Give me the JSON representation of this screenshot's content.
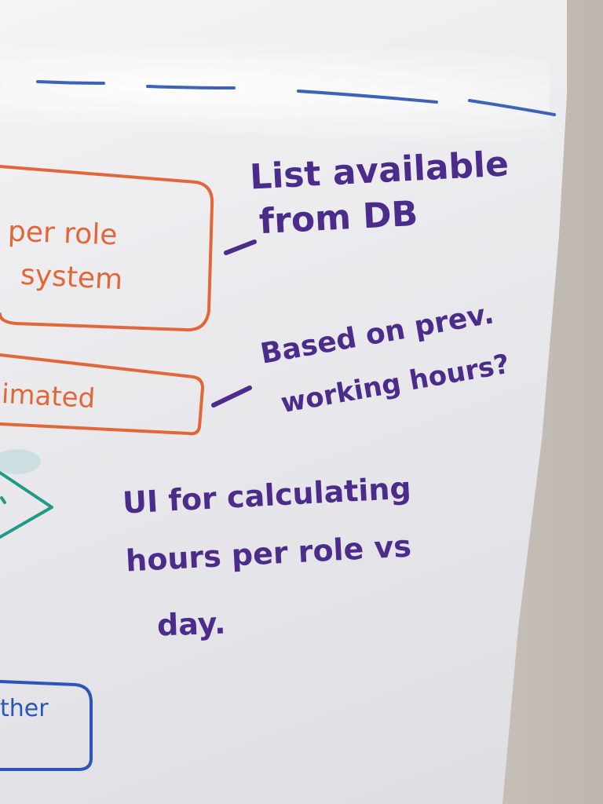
{
  "colors": {
    "purple_marker": "#4b2c8a",
    "orange_marker": "#e0673a",
    "blue_marker": "#2c55b8",
    "teal_marker": "#1f9a86"
  },
  "notes": {
    "note1_line1": "List available",
    "note1_line2": "from DB",
    "note2_line1": "Based on prev.",
    "note2_line2": "working hours?",
    "note3_line1": "UI for calculating",
    "note3_line2": "hours per role vs",
    "note3_line3": "day."
  },
  "boxes": {
    "box1_line1": "per role",
    "box1_line2": "system",
    "box2_text": "imated",
    "box3_text": "ther"
  }
}
